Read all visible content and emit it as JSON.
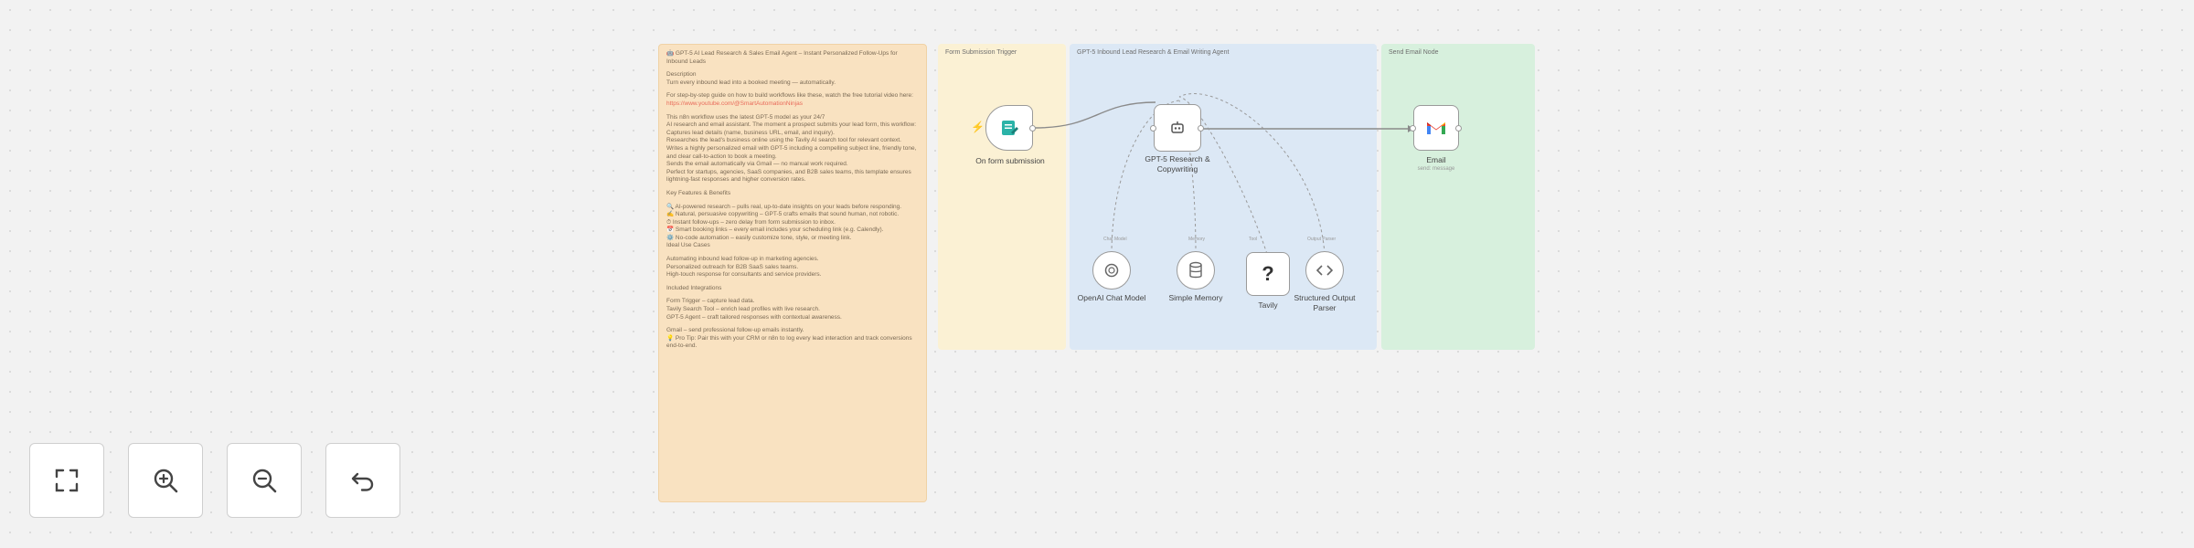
{
  "canvas": {
    "notes": {
      "main": {
        "title": "🤖 GPT-5 AI Lead Research & Sales Email Agent – Instant Personalized Follow-Ups for Inbound Leads",
        "lines": [
          "Description",
          "Turn every inbound lead into a booked meeting — automatically.",
          "",
          "For step-by-step guide on how to build workflows like these, watch the free tutorial video here:",
          "https://www.youtube.com/@SmartAutomationNinjas",
          "",
          "This n8n workflow uses the latest GPT-5 model as your 24/7",
          "AI research and email assistant. The moment a prospect submits your lead form, this workflow:",
          "Captures lead details (name, business URL, email, and inquiry).",
          "Researches the lead's business online using the Tavily AI search tool for relevant context.",
          "Writes a highly personalized email with GPT-5 including a compelling subject line, friendly tone, and clear call-to-action to book a meeting.",
          "Sends the email automatically via Gmail — no manual work required.",
          "Perfect for startups, agencies, SaaS companies, and B2B sales teams, this template ensures lightning-fast responses and higher conversion rates.",
          "",
          "Key Features & Benefits",
          "",
          "🔍 AI-powered research – pulls real, up-to-date insights on your leads before responding.",
          "✍️ Natural, persuasive copywriting – GPT-5 crafts emails that sound human, not robotic.",
          "⏱ Instant follow-ups – zero delay from form submission to inbox.",
          "📅 Smart booking links – every email includes your scheduling link (e.g. Calendly).",
          "⚙️ No-code automation – easily customize tone, style, or meeting link.",
          "Ideal Use Cases",
          "",
          "Automating inbound lead follow-up in marketing agencies.",
          "Personalized outreach for B2B SaaS sales teams.",
          "High-touch response for consultants and service providers.",
          "",
          "Included Integrations",
          "",
          "Form Trigger – capture lead data.",
          "Tavily Search Tool – enrich lead profiles with live research.",
          "GPT-5 Agent – craft tailored responses with contextual awareness.",
          "",
          "Gmail – send professional follow-up emails instantly.",
          "💡 Pro Tip: Pair this with your CRM or n8n to log every lead interaction and track conversions end-to-end."
        ]
      },
      "form_trigger": {
        "title": "Form Submission Trigger"
      },
      "gpt_agent": {
        "title": "GPT-5 Inbound Lead Research & Email Writing Agent"
      },
      "send_email": {
        "title": "Send Email Node"
      }
    },
    "nodes": {
      "form": {
        "label": "On form submission"
      },
      "agent": {
        "label_line1": "GPT-5 Research &",
        "label_line2": "Copywriting"
      },
      "email": {
        "label": "Email",
        "sublabel": "send: message"
      },
      "openai": {
        "label": "OpenAI Chat Model"
      },
      "memory": {
        "label": "Simple Memory"
      },
      "tavily": {
        "label": "Tavily",
        "glyph": "?"
      },
      "parser": {
        "label_line1": "Structured Output",
        "label_line2": "Parser"
      }
    },
    "connector_labels": {
      "chat_model": "Chat Model",
      "memory": "Memory",
      "tool": "Tool",
      "output_parser": "Output Parser"
    }
  },
  "controls": {
    "fit": {
      "icon": "fit-to-view-icon"
    },
    "zoom_in": {
      "icon": "zoom-in-icon"
    },
    "zoom_out": {
      "icon": "zoom-out-icon"
    },
    "reset": {
      "icon": "undo-icon"
    }
  },
  "colors": {
    "note_main": "#f9e2c1",
    "note_form": "#fbf1d4",
    "note_gpt": "#dce8f5",
    "note_email": "#d7f0dd",
    "form_icon": "#2bb3a8",
    "link": "#e86a5a",
    "trigger_bolt": "#f26a4a"
  }
}
